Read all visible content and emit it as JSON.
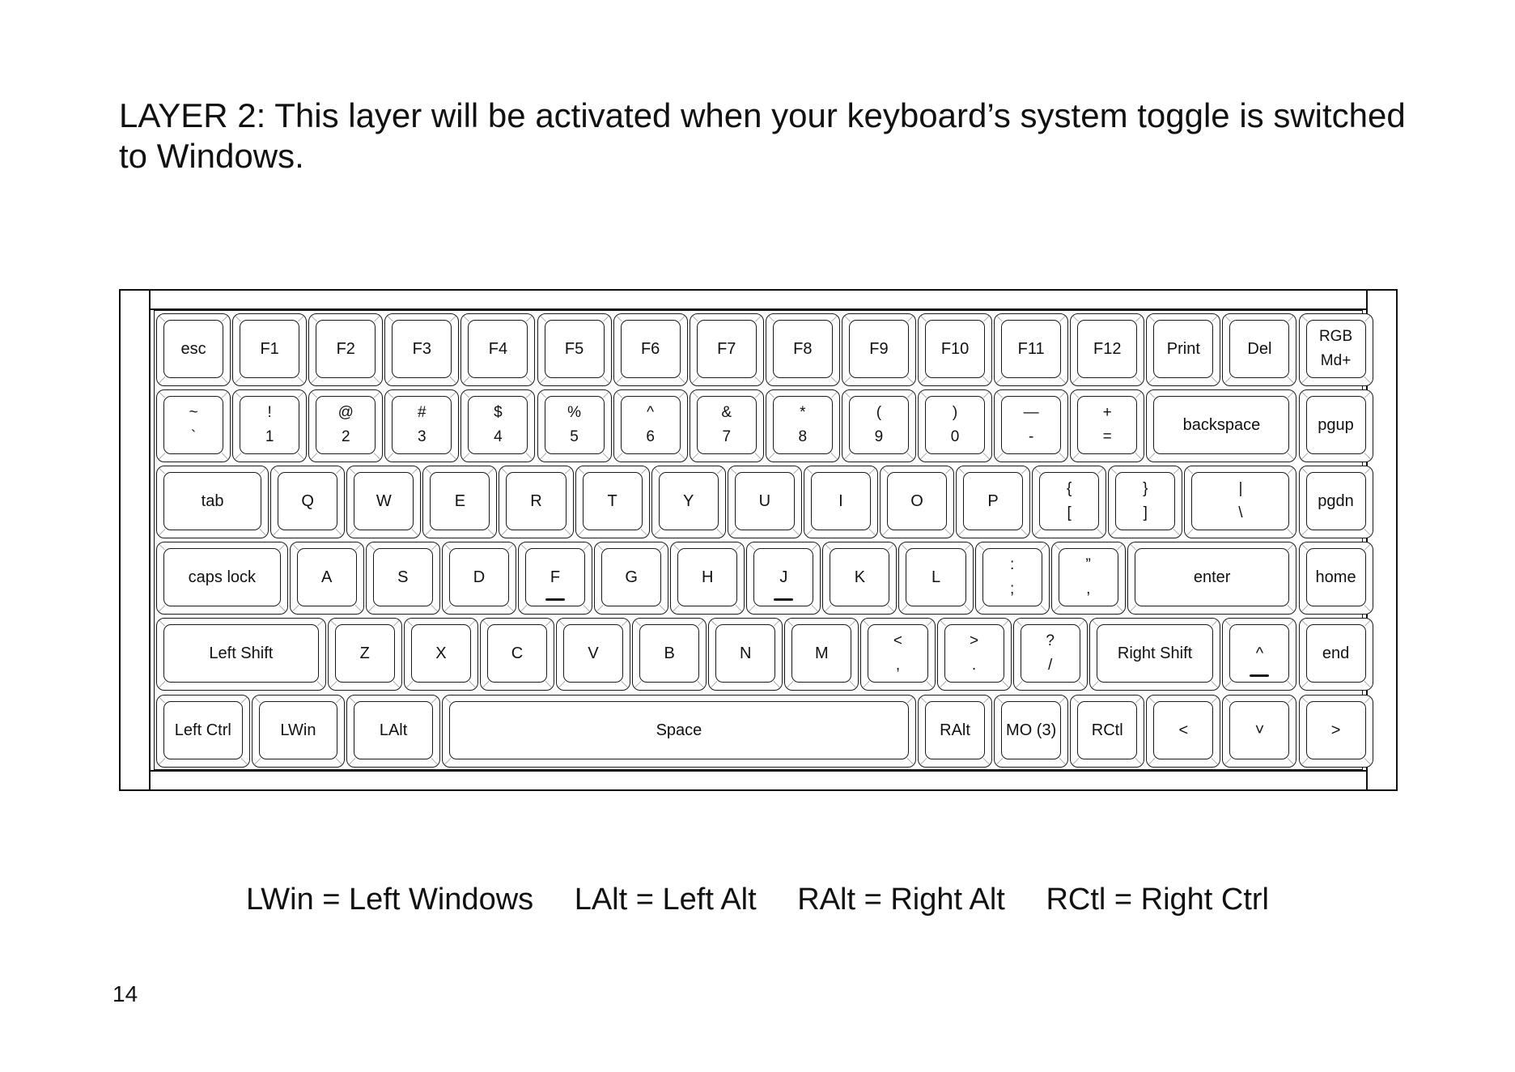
{
  "heading": "LAYER 2: This layer will be activated when your keyboard’s system toggle is switched to Windows.",
  "keyboard": {
    "rows": [
      [
        {
          "top": "esc"
        },
        {
          "top": "F1"
        },
        {
          "top": "F2"
        },
        {
          "top": "F3"
        },
        {
          "top": "F4"
        },
        {
          "top": "F5"
        },
        {
          "top": "F6"
        },
        {
          "top": "F7"
        },
        {
          "top": "F8"
        },
        {
          "top": "F9"
        },
        {
          "top": "F10"
        },
        {
          "top": "F11"
        },
        {
          "top": "F12"
        },
        {
          "top": "Print"
        },
        {
          "top": "Del"
        },
        {
          "top": "RGB",
          "bottom": "Md+"
        }
      ],
      [
        {
          "top": "~",
          "bottom": "`"
        },
        {
          "top": "!",
          "bottom": "1"
        },
        {
          "top": "@",
          "bottom": "2"
        },
        {
          "top": "#",
          "bottom": "3"
        },
        {
          "top": "$",
          "bottom": "4"
        },
        {
          "top": "%",
          "bottom": "5"
        },
        {
          "top": "^",
          "bottom": "6"
        },
        {
          "top": "&",
          "bottom": "7"
        },
        {
          "top": "*",
          "bottom": "8"
        },
        {
          "top": "(",
          "bottom": "9"
        },
        {
          "top": ")",
          "bottom": "0"
        },
        {
          "top": "—",
          "bottom": "-"
        },
        {
          "top": "+",
          "bottom": "="
        },
        {
          "top": "backspace"
        },
        {
          "top": "pgup"
        }
      ],
      [
        {
          "top": "tab"
        },
        {
          "top": "Q"
        },
        {
          "top": "W"
        },
        {
          "top": "E"
        },
        {
          "top": "R"
        },
        {
          "top": "T"
        },
        {
          "top": "Y"
        },
        {
          "top": "U"
        },
        {
          "top": "I"
        },
        {
          "top": "O"
        },
        {
          "top": "P"
        },
        {
          "top": "{",
          "bottom": "["
        },
        {
          "top": "}",
          "bottom": "]"
        },
        {
          "top": "|",
          "bottom": "\\"
        },
        {
          "top": "pgdn"
        }
      ],
      [
        {
          "top": "caps lock"
        },
        {
          "top": "A"
        },
        {
          "top": "S"
        },
        {
          "top": "D"
        },
        {
          "top": "F",
          "bump": true
        },
        {
          "top": "G"
        },
        {
          "top": "H"
        },
        {
          "top": "J",
          "bump": true
        },
        {
          "top": "K"
        },
        {
          "top": "L"
        },
        {
          "top": ":",
          "bottom": ";"
        },
        {
          "top": "”",
          "bottom": ","
        },
        {
          "top": "enter"
        },
        {
          "top": "home"
        }
      ],
      [
        {
          "top": "Left Shift"
        },
        {
          "top": "Z"
        },
        {
          "top": "X"
        },
        {
          "top": "C"
        },
        {
          "top": "V"
        },
        {
          "top": "B"
        },
        {
          "top": "N"
        },
        {
          "top": "M"
        },
        {
          "top": "<",
          "bottom": ","
        },
        {
          "top": ">",
          "bottom": "."
        },
        {
          "top": "?",
          "bottom": "/"
        },
        {
          "top": "Right Shift"
        },
        {
          "top": "^",
          "bump": true
        },
        {
          "top": "end"
        }
      ],
      [
        {
          "top": "Left Ctrl"
        },
        {
          "top": "LWin"
        },
        {
          "top": "LAlt"
        },
        {
          "top": "Space"
        },
        {
          "top": "RAlt"
        },
        {
          "top": "MO (3)"
        },
        {
          "top": "RCtl"
        },
        {
          "top": "<"
        },
        {
          "top": "˅"
        },
        {
          "top": ">"
        }
      ]
    ]
  },
  "legend": [
    "LWin = Left Windows",
    "LAlt = Left Alt",
    "RAlt = Right Alt",
    "RCtl = Right Ctrl"
  ],
  "page_number": "14"
}
